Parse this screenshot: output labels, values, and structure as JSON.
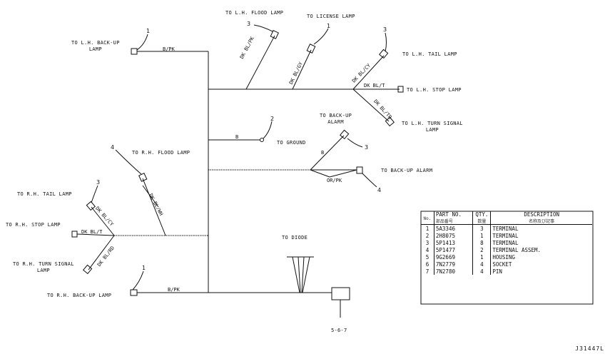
{
  "labels": {
    "lh_backup_lamp": "TO L.H. BACK-UP\nLAMP",
    "lh_flood_lamp": "TO L.H. FLOOD LAMP",
    "license_lamp": "TO LICENSE LAMP",
    "lh_tail_lamp": "TO L.H. TAIL LAMP",
    "lh_stop_lamp": "TO L.H. STOP LAMP",
    "lh_turn_signal_lamp": "TO L.H. TURN SIGNAL\nLAMP",
    "backup_alarm_top": "TO BACK-UP\nALARM",
    "ground": "TO GROUND",
    "backup_alarm": "TO BACK-UP ALARM",
    "rh_flood_lamp": "TO R.H. FLOOD LAMP",
    "rh_tail_lamp": "TO R.H. TAIL LAMP",
    "rh_stop_lamp": "TO R.H. STOP LAMP",
    "rh_turn_signal_lamp": "TO R.H. TURN SIGNAL\nLAMP",
    "rh_backup_lamp": "TO R.H. BACK-UP LAMP",
    "diode": "TO DIODE",
    "connector_ref": "5-6-7"
  },
  "wires": {
    "bk_pk_top": "B/PK",
    "dk_bl_pk": "DK BL/PK",
    "dk_bl_gy": "DK BL/GY",
    "dk_bl_cy": "DK BL/CY",
    "dk_bl_t": "DK BL/T",
    "dk_bl_tr": "DK BL/TR",
    "b_ground": "B",
    "b_alarm": "B",
    "or_pk": "OR/PK",
    "dk_bl_wh": "DK BL/WH",
    "dk_bl_cy_rh": "DK BL/CY",
    "dk_bl_t_rh": "DK BL/T",
    "dk_bl_rd": "DK BL/RD",
    "bk_pk_bottom": "B/PK"
  },
  "callouts": {
    "lh_backup": "1",
    "lh_flood": "3",
    "license": "1",
    "lh_tail": "3",
    "ground": "2",
    "rh_flood": "4",
    "alarm_top": "3",
    "alarm": "4",
    "rh_tail": "3",
    "rh_backup": "1"
  },
  "parts_table": {
    "headers": {
      "no": "No.",
      "part_no": "PART NO.",
      "part_no_sub": "部品番号",
      "qty": "QTY.",
      "qty_sub": "数量",
      "description": "DESCRIPTION",
      "description_sub": "名称及び記事"
    },
    "rows": [
      {
        "no": "1",
        "part": "5A3346",
        "qty": "3",
        "desc": "TERMINAL"
      },
      {
        "no": "2",
        "part": "2H8075",
        "qty": "1",
        "desc": "TERMINAL"
      },
      {
        "no": "3",
        "part": "5P1413",
        "qty": "8",
        "desc": "TERMINAL"
      },
      {
        "no": "4",
        "part": "5P1477",
        "qty": "2",
        "desc": "TERMINAL ASSEM."
      },
      {
        "no": "5",
        "part": "9G2669",
        "qty": "1",
        "desc": "HOUSING"
      },
      {
        "no": "6",
        "part": "7N2779",
        "qty": "4",
        "desc": "SOCKET"
      },
      {
        "no": "7",
        "part": "7N2780",
        "qty": "4",
        "desc": "PIN"
      }
    ]
  },
  "figure_id": "J31447L"
}
